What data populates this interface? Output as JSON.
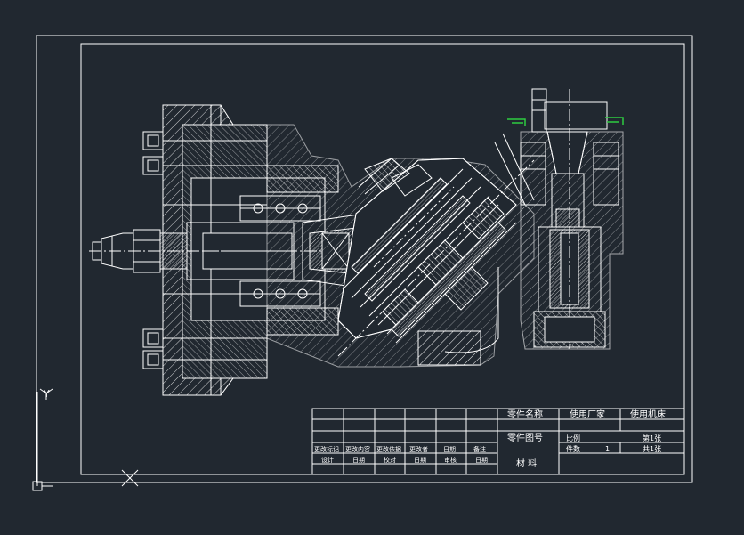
{
  "colors": {
    "background": "#212830",
    "line": "#ffffff",
    "accent": "#2ecc40"
  },
  "ucs": {
    "y_label": "Y"
  },
  "title_block": {
    "part_name_label": "零件名称",
    "used_factory_label": "使用厂家",
    "used_machine_label": "使用机床",
    "part_drawing_no_label": "零件图号",
    "scale_label": "比例",
    "sheet_no_label": "第1张",
    "quantity_label": "件数",
    "quantity_value": "1",
    "total_sheets_label": "共1张",
    "material_label": "材 料",
    "revision_row": [
      "更改标记",
      "更改内容",
      "更改依据",
      "更改者",
      "日期",
      "备注"
    ],
    "sign_row": [
      "设计",
      "日期",
      "校对",
      "日期",
      "审核",
      "日期"
    ]
  }
}
